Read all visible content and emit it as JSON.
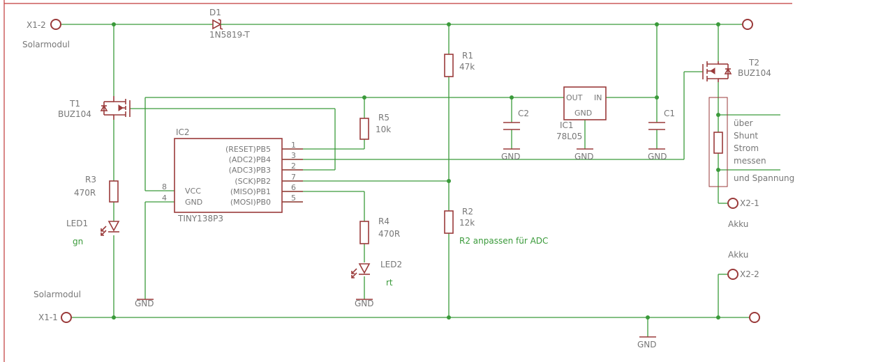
{
  "connectors": {
    "x1_2": "X1-2",
    "x1_1": "X1-1",
    "x2_1": "X2-1",
    "x2_2": "X2-2",
    "solar_top": "Solarmodul",
    "solar_bottom": "Solarmodul",
    "akku_1": "Akku",
    "akku_2": "Akku"
  },
  "parts": {
    "d1": {
      "name": "D1",
      "value": "1N5819-T"
    },
    "t1": {
      "name": "T1",
      "value": "BUZ104"
    },
    "t2": {
      "name": "T2",
      "value": "BUZ104"
    },
    "r1": {
      "name": "R1",
      "value": "47k"
    },
    "r2": {
      "name": "R2",
      "value": "12k"
    },
    "r3": {
      "name": "R3",
      "value": "470R"
    },
    "r4": {
      "name": "R4",
      "value": "470R"
    },
    "r5": {
      "name": "R5",
      "value": "10k"
    },
    "c1": {
      "name": "C1"
    },
    "c2": {
      "name": "C2"
    },
    "ic1": {
      "name": "IC1",
      "value": "78L05",
      "pin_out": "OUT",
      "pin_in": "IN",
      "pin_gnd": "GND"
    },
    "ic2": {
      "name": "IC2",
      "value": "TINY138P3",
      "right_pins": [
        "(RESET)PB5",
        "(ADC2)PB4",
        "(ADC3)PB3",
        "(SCK)PB2",
        "(MISO)PB1",
        "(MOSI)PB0"
      ],
      "right_nums": [
        "1",
        "3",
        "2",
        "7",
        "6",
        "5"
      ],
      "left_pins": [
        "VCC",
        "GND"
      ],
      "left_nums": [
        "8",
        "4"
      ]
    },
    "led1": {
      "name": "LED1",
      "color": "gn"
    },
    "led2": {
      "name": "LED2",
      "color": "rt"
    }
  },
  "gnd_label": "GND",
  "annotations": {
    "r2_note": "R2 anpassen für ADC",
    "shunt_lines": [
      "über",
      "Shunt",
      "Strom",
      "messen"
    ],
    "voltage_note": "und Spannung"
  }
}
